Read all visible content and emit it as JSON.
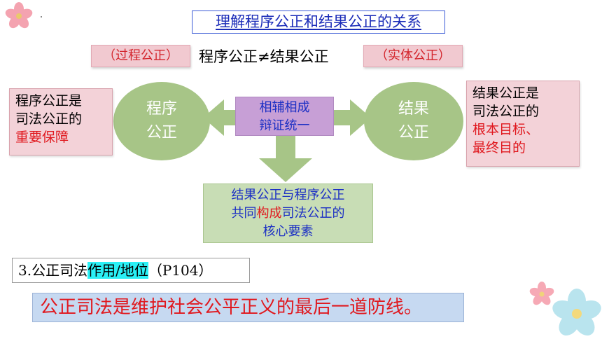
{
  "title": "理解程序公正和结果公正的关系",
  "tags": {
    "left": "（过程公正）",
    "right": "（实体公正）"
  },
  "neq_statement": "程序公正≠结果公正",
  "ellipses": {
    "left": {
      "line1": "程序",
      "line2": "公正"
    },
    "right": {
      "line1": "结果",
      "line2": "公正"
    }
  },
  "center_box": {
    "line1": "相辅相成",
    "line2": "辩证统一"
  },
  "left_box": {
    "line1": "程序公正是",
    "line2": "司法公正的",
    "line3_red": "重要保障"
  },
  "right_box": {
    "line1": "结果公正是",
    "line2": "司法公正的",
    "line3_red": "根本目标、",
    "line4_red": "最终目的"
  },
  "bottom_box": {
    "line1": "结果公正与程序公正",
    "line2_a": "共同",
    "line2_red": "构成",
    "line2_b": "司法公正的",
    "line3": "核心要素"
  },
  "section": {
    "prefix": "3.公正司法",
    "highlight": "作用/地位",
    "suffix": "（P104）"
  },
  "banner": "公正司法是维护社会公平正义的最后一道防线。",
  "colors": {
    "arrow_green": "#a7c587",
    "ellipse_green": "#a7c587",
    "highlight_cyan": "#2af0f5",
    "accent_red": "#e0181e",
    "title_blue": "#1a2bb8"
  },
  "icons": [
    "flower-top-left-icon",
    "flower-bottom-right-icon"
  ]
}
